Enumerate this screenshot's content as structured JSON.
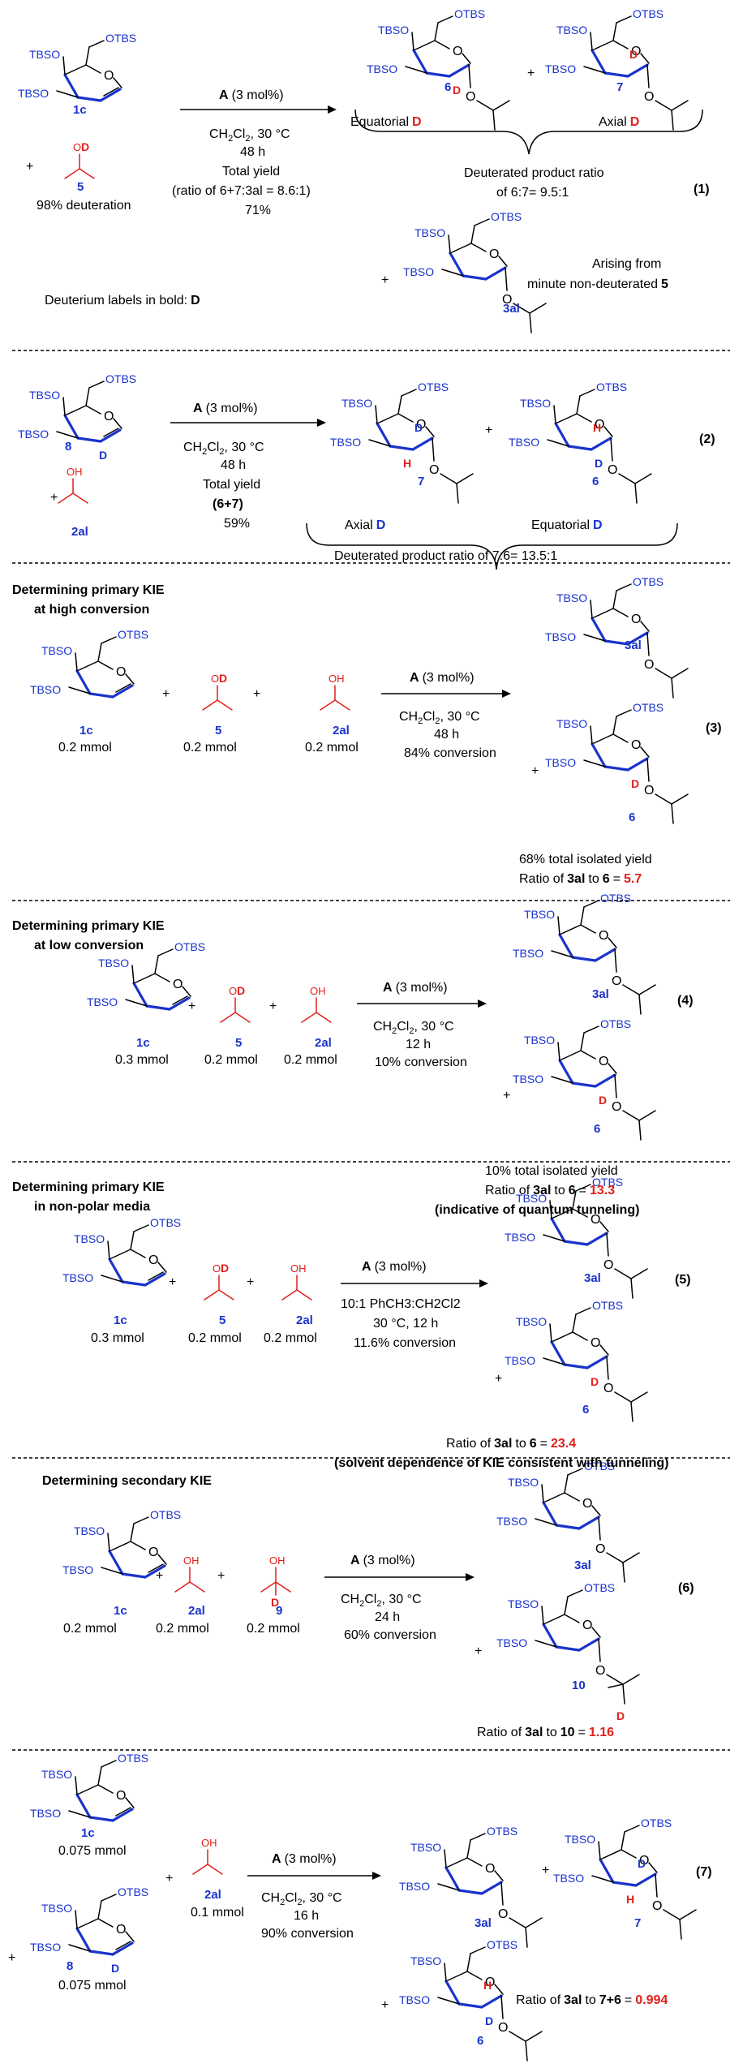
{
  "labels": {
    "otbs": "OTBS",
    "tbso": "TBSO",
    "o": "O",
    "oh": "OH",
    "od": "OD",
    "d": "D",
    "h": "H"
  },
  "compounds": {
    "c1c": "1c",
    "c5": "5",
    "c6": "6",
    "c7": "7",
    "c8": "8",
    "c9": "9",
    "c10": "10",
    "c2al": "2al",
    "c3al": "3al"
  },
  "common": {
    "catalyst": "A",
    "catalyst_loading": "(3 mol%)",
    "solvent_base": "CH",
    "solvent_sub1": "2",
    "solvent_mid": "Cl",
    "solvent_sub2": "2",
    "solvent_temp": ", 30 °C",
    "plus": "+",
    "ratio_of": "Ratio of",
    "to": "to",
    "eq": "="
  },
  "e1": {
    "num": "(1)",
    "time": "48 h",
    "total_yield": "Total yield",
    "ratio_line": "(ratio of 6+7:3al = 8.6:1)",
    "yield": "71%",
    "deuteration": "98% deuteration",
    "equatorial": "Equatorial",
    "axial": "Axial",
    "dpr_line1": "Deuterated product ratio",
    "dpr_line2": "of 6:7= 9.5:1",
    "arising1": "Arising from",
    "arising2": "minute non-deuterated",
    "legend": "Deuterium labels in bold:"
  },
  "e2": {
    "num": "(2)",
    "time": "48 h",
    "total_yield": "Total yield",
    "sum": "(6+7)",
    "yield": "59%",
    "axial": "Axial",
    "equatorial": "Equatorial",
    "dpr": "Deuterated product ratio of 7:6= 13.5:1"
  },
  "e3": {
    "num": "(3)",
    "title1": "Determining primary KIE",
    "title2": "at high conversion",
    "amt": "0.2 mmol",
    "time": "48 h",
    "conv": "84% conversion",
    "yield": "68% total isolated yield",
    "value": "5.7"
  },
  "e4": {
    "num": "(4)",
    "title1": "Determining primary KIE",
    "title2": "at low conversion",
    "amt_1c": "0.3 mmol",
    "amt": "0.2 mmol",
    "time": "12 h",
    "conv": "10% conversion",
    "yield": "10% total isolated yield",
    "value": "13.3",
    "note": "(indicative of quantum tunneling)"
  },
  "e5": {
    "num": "(5)",
    "title1": "Determining primary KIE",
    "title2": "in non-polar media",
    "amt_1c": "0.3 mmol",
    "amt": "0.2 mmol",
    "solvent": "10:1 PhCH3:CH2Cl2",
    "cond": "30 °C, 12 h",
    "conv": "11.6% conversion",
    "value": "23.4",
    "note": "(solvent dependence of KIE consistent with tunneling)"
  },
  "e6": {
    "num": "(6)",
    "title": "Determining secondary KIE",
    "amt": "0.2 mmol",
    "time": "24 h",
    "conv": "60% conversion",
    "value": "1.16"
  },
  "e7": {
    "num": "(7)",
    "amt_1c": "0.075 mmol",
    "amt_8": "0.075 mmol",
    "amt_2al": "0.1 mmol",
    "time": "16 h",
    "conv": "90% conversion",
    "sum": "7+6",
    "value": "0.994"
  },
  "colors": {
    "text": "#000000",
    "deuterium_red": "#e0201a",
    "label_blue": "#1a33cc",
    "bond_red": "#e0201a",
    "sugar_bond": "#000000"
  }
}
